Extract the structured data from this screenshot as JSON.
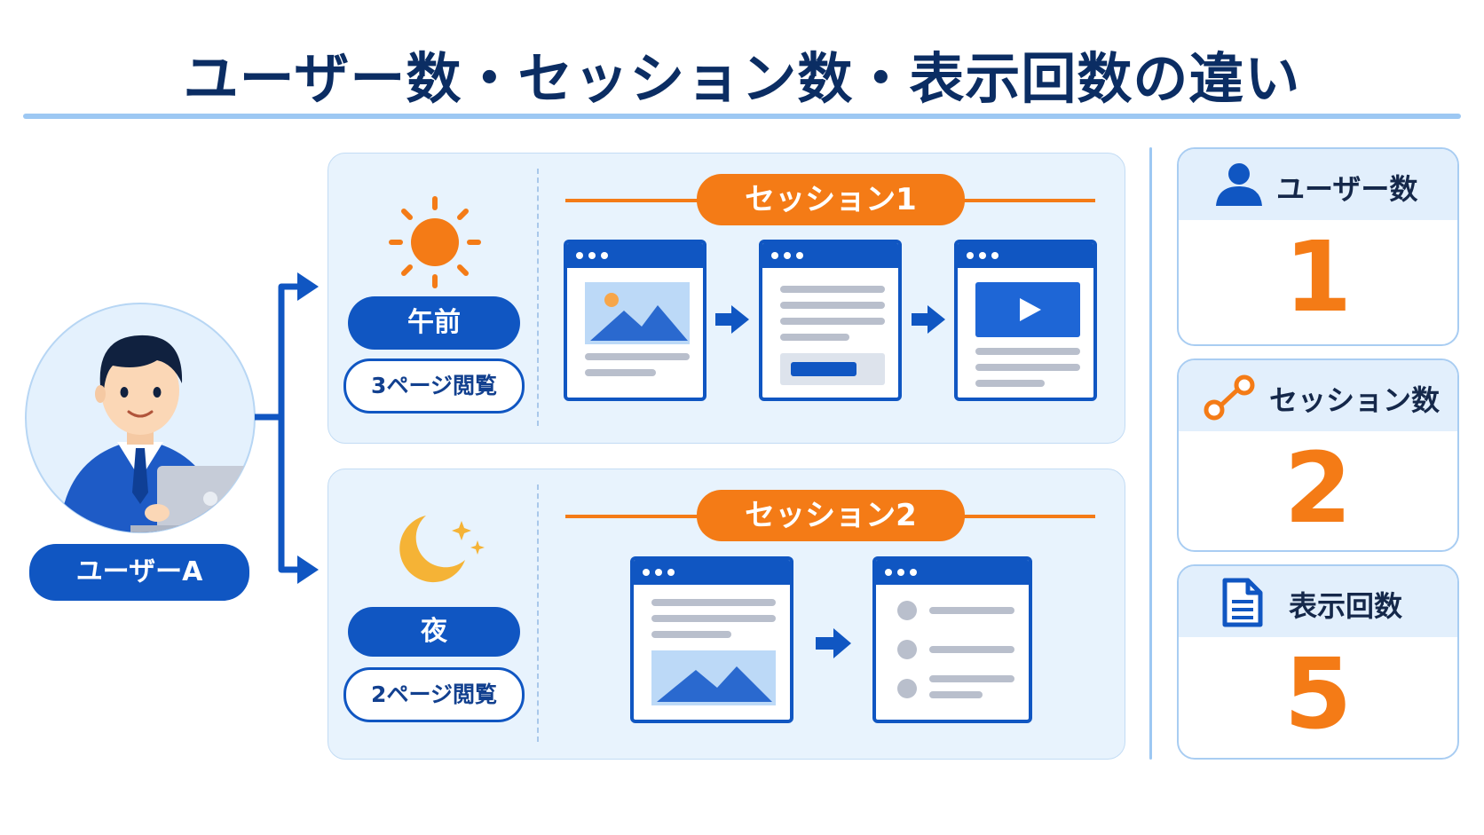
{
  "title": "ユーザー数・セッション数・表示回数の違い",
  "user": {
    "label": "ユーザーA"
  },
  "sessions": [
    {
      "time_label": "午前",
      "pages_label": "3ページ閲覧",
      "session_label": "セッション1"
    },
    {
      "time_label": "夜",
      "pages_label": "2ページ閲覧",
      "session_label": "セッション2"
    }
  ],
  "metrics": [
    {
      "label": "ユーザー数",
      "value": "1",
      "icon": "user-icon"
    },
    {
      "label": "セッション数",
      "value": "2",
      "icon": "session-link-icon"
    },
    {
      "label": "表示回数",
      "value": "5",
      "icon": "document-icon"
    }
  ],
  "colors": {
    "navy": "#0b2d63",
    "blue": "#1056c2",
    "orange": "#f47b16",
    "panel_bg": "#e8f3fd"
  }
}
